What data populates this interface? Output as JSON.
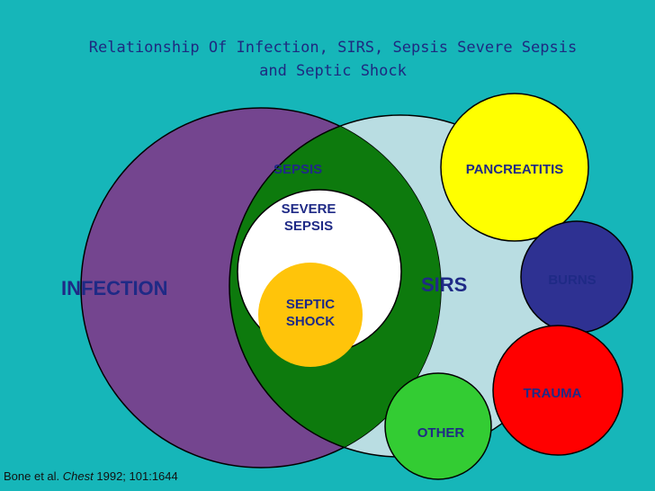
{
  "title_line1": "Relationship Of Infection, SIRS, Sepsis Severe Sepsis",
  "title_line2": "and Septic Shock",
  "labels": {
    "infection": "INFECTION",
    "sirs": "SIRS",
    "sepsis": "SEPSIS",
    "severe_sepsis_1": "SEVERE",
    "severe_sepsis_2": "SEPSIS",
    "septic_shock_1": "SEPTIC",
    "septic_shock_2": "SHOCK",
    "pancreatitis": "PANCREATITIS",
    "burns": "BURNS",
    "trauma": "TRAUMA",
    "other": "OTHER"
  },
  "citation": {
    "authors": "Bone et al.",
    "journal": "Chest",
    "ref": "1992; 101:1644"
  },
  "colors": {
    "background": "#16b6b9",
    "infection": "#74458f",
    "sirs": "#b9dde2",
    "sepsis": "#0d7a0d",
    "severe_sepsis": "#ffffff",
    "septic_shock": "#ffc40a",
    "pancreatitis": "#ffff00",
    "burns": "#2e3192",
    "trauma": "#ff0000",
    "other": "#33cc33",
    "label_text": "#1f2a86"
  }
}
